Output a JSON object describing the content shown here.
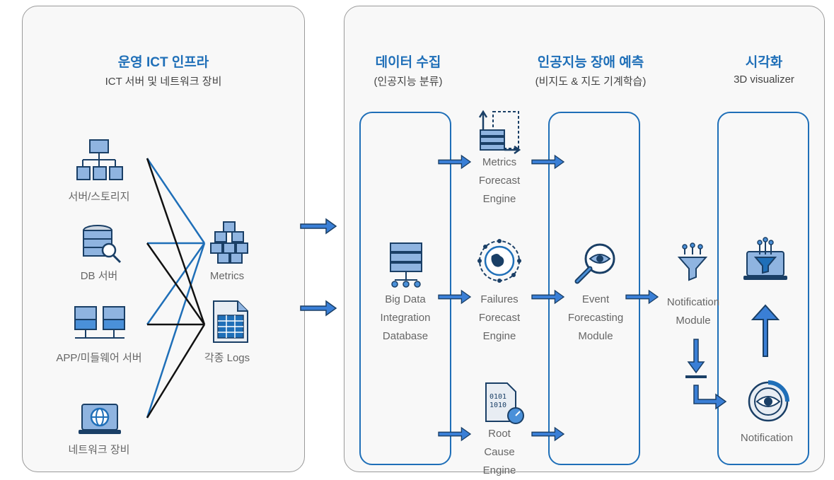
{
  "left_panel": {
    "title": "운영 ICT 인프라",
    "subtitle": "ICT 서버 및 네트워크 장비",
    "sources": [
      "서버/스토리지",
      "DB 서버",
      "APP/미들웨어 서버",
      "네트워크 장비"
    ],
    "outputs": [
      "Metrics",
      "각종 Logs"
    ]
  },
  "right_panel": {
    "col1": {
      "title": "데이터 수집",
      "subtitle": "(인공지능 분류)"
    },
    "col2": {
      "title": "인공지능 장애 예측",
      "subtitle": "(비지도 & 지도 기계학습)"
    },
    "col3": {
      "title": "시각화",
      "subtitle": "3D visualizer"
    },
    "database": {
      "line1": "Big  Data",
      "line2": "Integration",
      "line3": "Database"
    },
    "engines": [
      {
        "line1": "Metrics",
        "line2": "Forecast",
        "line3": "Engine"
      },
      {
        "line1": "Failures",
        "line2": "Forecast",
        "line3": "Engine"
      },
      {
        "line1": "Root",
        "line2": "Cause",
        "line3": "Engine"
      }
    ],
    "event": {
      "line1": "Event",
      "line2": "Forecasting",
      "line3": "Module"
    },
    "notify_module": {
      "line1": "Notification",
      "line2": "Module"
    },
    "notification": {
      "line1": "Notification"
    }
  },
  "colors": {
    "accent": "#1f6fb8",
    "icon_dark": "#1a3f66",
    "icon_light": "#4a90d9",
    "arrow": "#3a7fd6"
  },
  "icons": [
    "folder-tree-icon",
    "database-search-icon",
    "server-network-icon",
    "globe-laptop-icon",
    "cubes-icon",
    "log-document-icon",
    "database-stack-icon",
    "data-flow-icon",
    "globe-network-icon",
    "binary-file-icon",
    "magnifier-eye-icon",
    "funnel-icon",
    "laptop-funnel-icon",
    "eye-target-icon"
  ]
}
